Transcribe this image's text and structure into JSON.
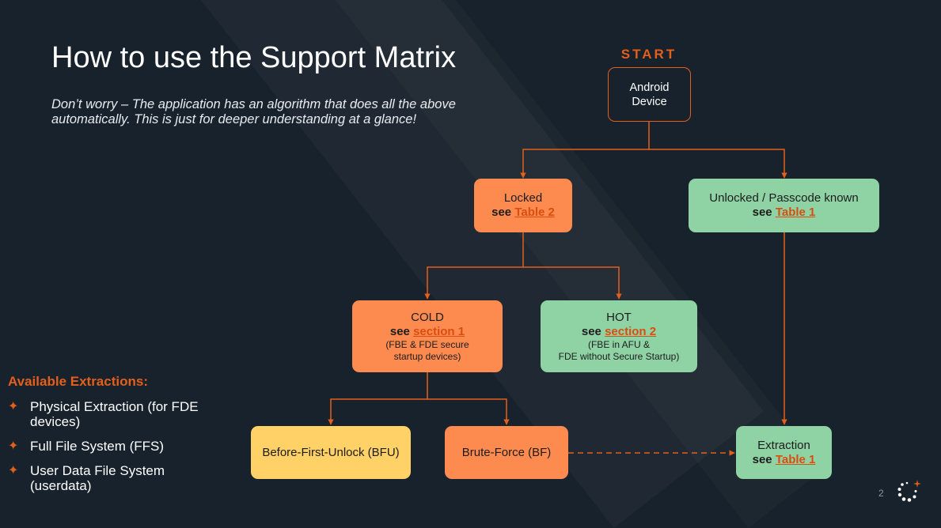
{
  "slide": {
    "title": "How to use the Support Matrix",
    "subtitle": "Don’t worry – The application has an algorithm that does all the above automatically. This is just for deeper understanding at a glance!",
    "page_number": "2"
  },
  "available": {
    "title": "Available Extractions:",
    "bullet": "✦",
    "items": [
      "Physical Extraction (for FDE devices)",
      "Full File System (FFS)",
      "User Data File System (userdata)"
    ]
  },
  "flow": {
    "start_label": "START",
    "start_node": {
      "line1": "Android",
      "line2": "Device"
    },
    "locked": {
      "label": "Locked",
      "see": "see",
      "ref": "Table 2"
    },
    "unlocked": {
      "label": "Unlocked / Passcode known",
      "see": "see",
      "ref": "Table 1"
    },
    "cold": {
      "label": "COLD",
      "see": "see",
      "ref": "section 1",
      "note1": "(FBE & FDE secure",
      "note2": "startup devices)"
    },
    "hot": {
      "label": "HOT",
      "see": "see",
      "ref": "section 2",
      "note1": "(FBE in AFU &",
      "note2": "FDE without Secure Startup)"
    },
    "bfu": {
      "label": "Before-First-Unlock (BFU)"
    },
    "bf": {
      "label": "Brute-Force (BF)"
    },
    "extraction": {
      "label": "Extraction",
      "see": "see",
      "ref": "Table 1"
    }
  },
  "colors": {
    "background": "#18222c",
    "accent_orange": "#e35f1a",
    "node_orange": "#fd8b50",
    "node_green": "#8fd3a5",
    "node_yellow": "#ffd166",
    "link": "#d94e0f"
  }
}
